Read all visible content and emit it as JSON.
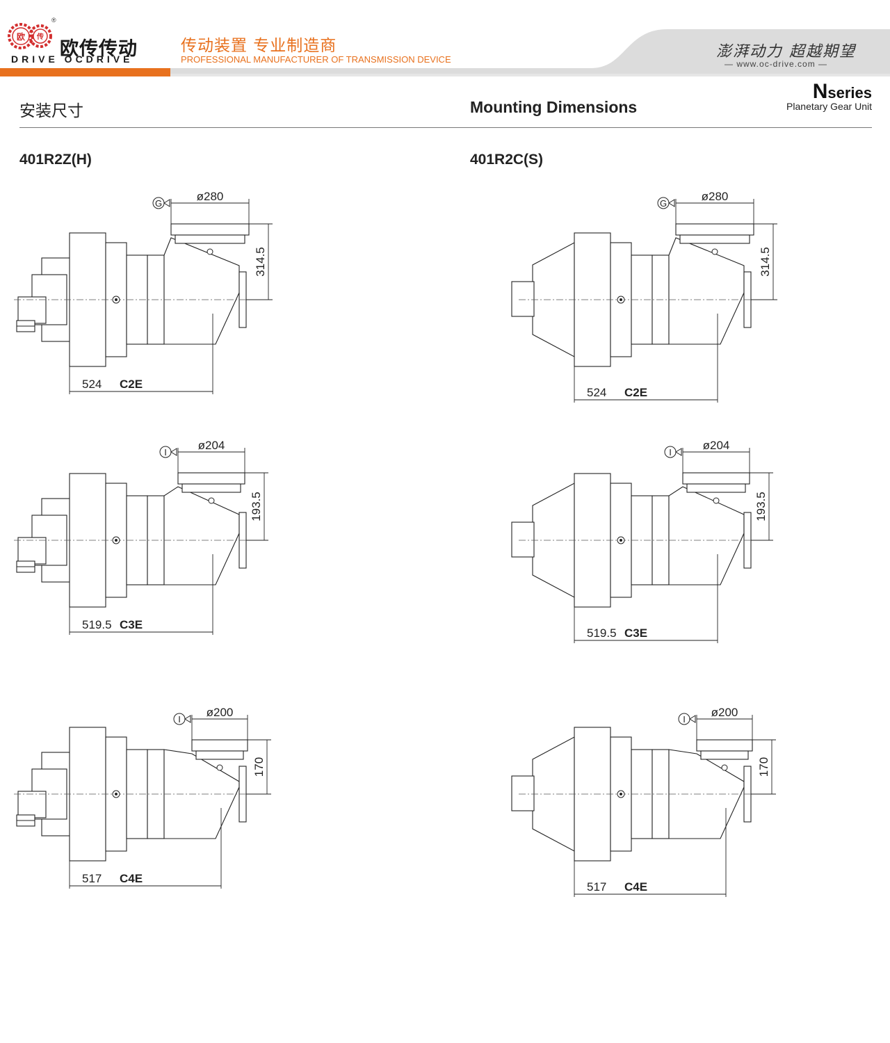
{
  "header": {
    "logo_cn": "欧传传动",
    "logo_en": "DRIVE OCDRIVE",
    "logo_badge_left": "欧",
    "logo_badge_right": "传",
    "reg_mark": "®",
    "tagline_cn": "传动装置 专业制造商",
    "tagline_en": "PROFESSIONAL MANUFACTURER OF TRANSMISSION DEVICE",
    "slogan": "澎湃动力 超越期望",
    "website": "www.oc-drive.com",
    "colors": {
      "accent": "#e8711e",
      "band": "#d9d9d9"
    }
  },
  "page": {
    "title_cn": "安装尺寸",
    "title_en": "Mounting Dimensions",
    "series_letter": "N",
    "series_word": "series",
    "series_sub": "Planetary Gear Unit"
  },
  "columns": [
    {
      "model": "401R2Z(H)"
    },
    {
      "model": "401R2C(S)"
    }
  ],
  "drawings": [
    {
      "col": 0,
      "flange_mark": "G",
      "diameter": "ø280",
      "height": "314.5",
      "length": "524",
      "code": "C2E"
    },
    {
      "col": 1,
      "flange_mark": "G",
      "diameter": "ø280",
      "height": "314.5",
      "length": "524",
      "code": "C2E"
    },
    {
      "col": 0,
      "flange_mark": "I",
      "diameter": "ø204",
      "height": "193.5",
      "length": "519.5",
      "code": "C3E"
    },
    {
      "col": 1,
      "flange_mark": "I",
      "diameter": "ø204",
      "height": "193.5",
      "length": "519.5",
      "code": "C3E"
    },
    {
      "col": 0,
      "flange_mark": "I",
      "diameter": "ø200",
      "height": "170",
      "length": "517",
      "code": "C4E"
    },
    {
      "col": 1,
      "flange_mark": "I",
      "diameter": "ø200",
      "height": "170",
      "length": "517",
      "code": "C4E"
    }
  ]
}
